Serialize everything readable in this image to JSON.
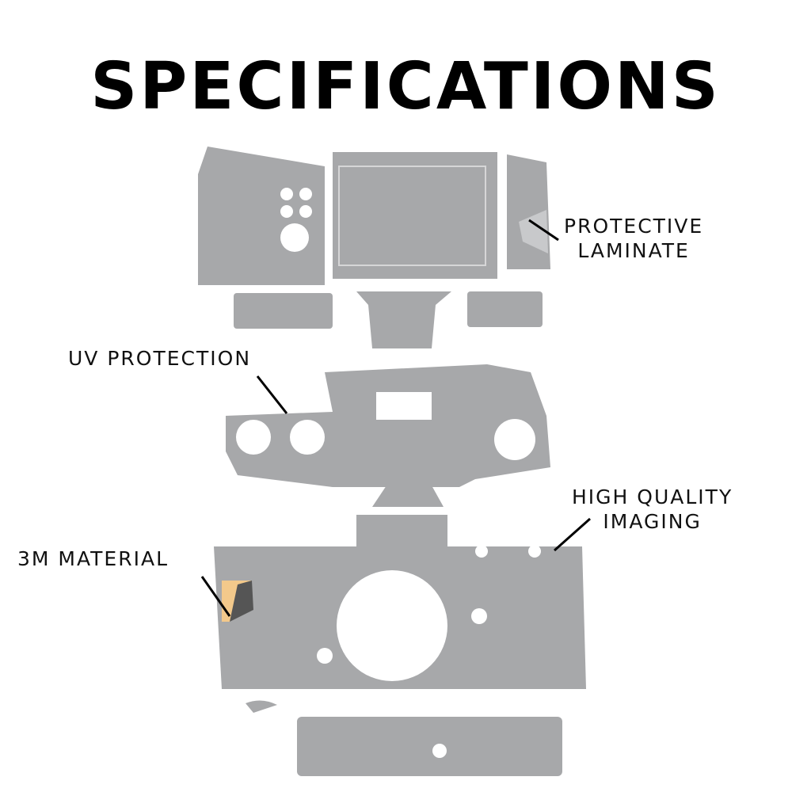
{
  "title": "SPECIFICATIONS",
  "callouts": {
    "protective_laminate": [
      "PROTECTIVE",
      "LAMINATE"
    ],
    "uv_protection": "UV PROTECTION",
    "high_quality_imaging": [
      "HIGH QUALITY",
      "IMAGING"
    ],
    "material": "3M MATERIAL"
  },
  "colors": {
    "skin": "#a7a8aa",
    "accent_sticker": "#f3c98b",
    "text": "#000000"
  }
}
